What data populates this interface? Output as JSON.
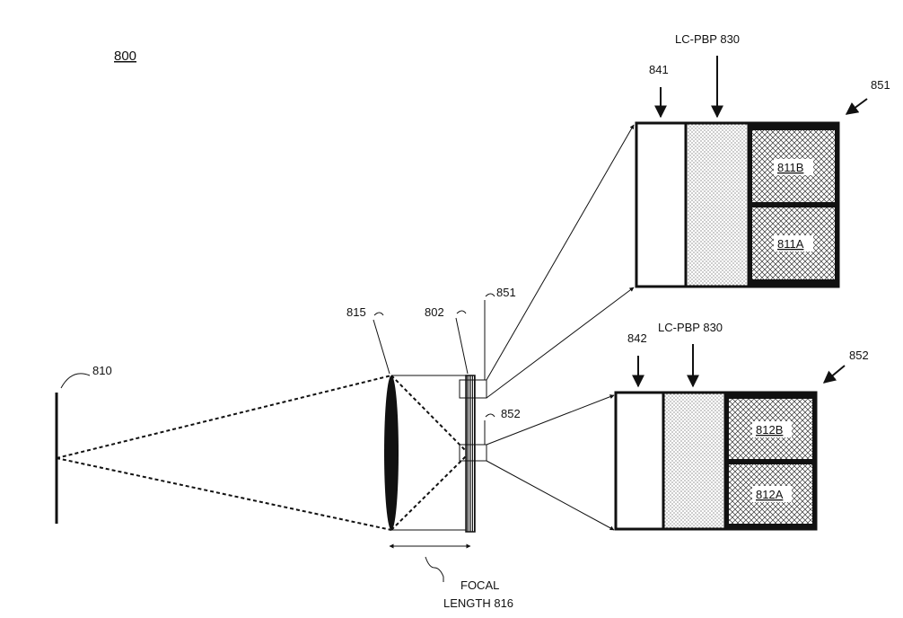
{
  "figure_number": "800",
  "labels": {
    "object": "810",
    "lens": "815",
    "sensor": "802",
    "region_top": "851",
    "region_bottom": "852",
    "focal_line1": "FOCAL",
    "focal_line2": "LENGTH 816"
  },
  "detail_top": {
    "region_label": "851",
    "layer_label": "841",
    "lcpbp_label": "LC-PBP 830",
    "pixel_upper": "811B",
    "pixel_lower": "811A"
  },
  "detail_bottom": {
    "region_label": "852",
    "layer_label": "842",
    "lcpbp_label": "LC-PBP 830",
    "pixel_upper": "812B",
    "pixel_lower": "812A"
  }
}
